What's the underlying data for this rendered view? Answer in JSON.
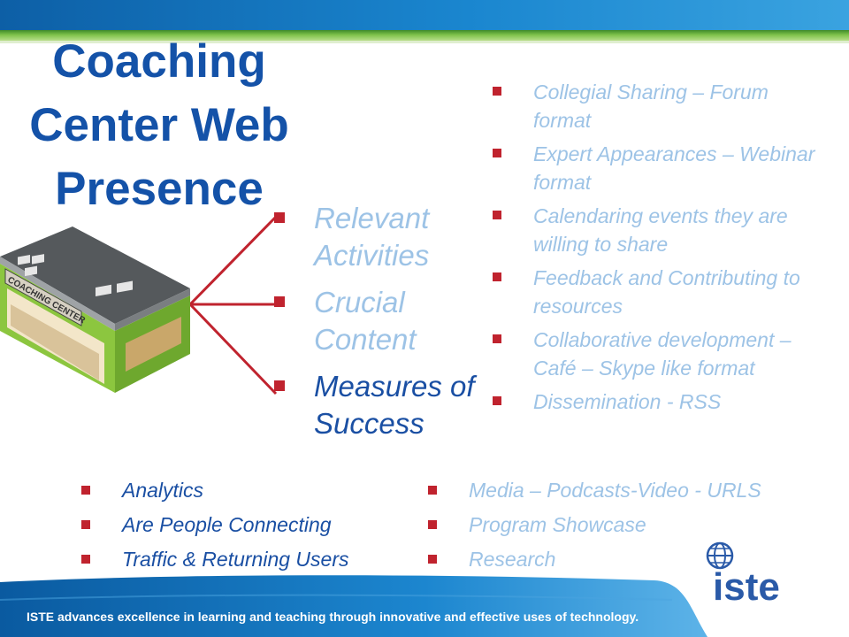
{
  "slide": {
    "title": "Coaching Center Web Presence",
    "building_sign": "COACHING CENTER",
    "center_items": [
      {
        "label": "Relevant Activities",
        "style": "light"
      },
      {
        "label": "Crucial Content",
        "style": "light"
      },
      {
        "label": "Measures of Success",
        "style": "dark"
      }
    ],
    "right_items": [
      "Collegial Sharing – Forum format",
      "Expert Appearances – Webinar format",
      "Calendaring events they are willing to share",
      "Feedback and Contributing to resources",
      "Collaborative development – Café – Skype like format",
      "Dissemination - RSS"
    ],
    "bottom_left_items": [
      "Analytics",
      "Are People Connecting",
      "Traffic & Returning Users"
    ],
    "bottom_right_items": [
      "Media – Podcasts-Video - URLS",
      "Program Showcase",
      "Research"
    ],
    "footer_text": "ISTE advances excellence in learning and teaching through innovative and effective uses of technology.",
    "logo_text": "iste"
  },
  "colors": {
    "title": "#1452a8",
    "dark_text": "#1a4fa3",
    "light_text": "#9dc3e6",
    "bullet": "#c0232e",
    "connector": "#c0232e"
  }
}
